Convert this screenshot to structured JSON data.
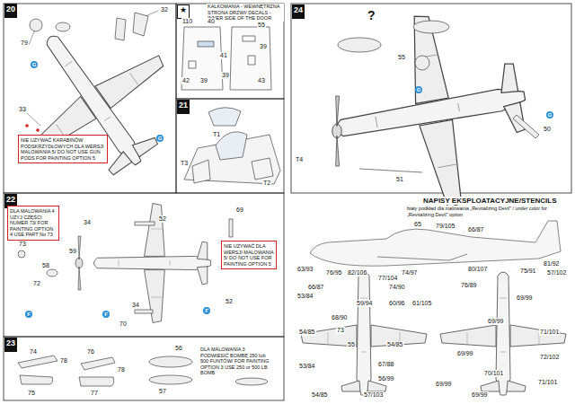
{
  "diagram": {
    "nodes": [
      {
        "text": [
          "20"
        ]
      },
      {
        "text": [
          "NIE UŻYWAĆ KARABINÓW PODSKRZYDŁOWYCH DLA WERSJI MALOWANIA 5/ DO NOT USE GUN PODS FOR PAINTING OPTION 5"
        ]
      },
      {
        "text": [
          "★"
        ]
      },
      {
        "text": [
          "21"
        ]
      },
      {
        "text": [
          "22"
        ]
      },
      {
        "text": [
          "DLA MALOWANIA 4 UŻYJ CZĘŚCI NUMER 73/ FOR PAINTING OPTION 4 USE PART No 73"
        ]
      },
      {
        "text": [
          "NIE UŻYWAĆ DLA WERSJI MALOWANIA 5/ DO NOT USE FOR PAINTING OPTION 5"
        ]
      },
      {
        "text": [
          "23"
        ]
      },
      {
        "text": [
          "24"
        ]
      }
    ],
    "labels": [
      "32",
      "79",
      "G",
      "33",
      "G",
      "KALKOMANIA - WEWNĘTRZNA STRONA DRZWI/ DECALS - INNER SIDE OF THE DOOR",
      "110",
      "40",
      "55",
      "39",
      "41",
      "42",
      "39",
      "43",
      "39",
      "T1",
      "T3",
      "T2",
      "73",
      "58",
      "72",
      "59",
      "34",
      "52",
      "69",
      "52",
      "34",
      "70",
      "F",
      "F",
      "F",
      "74",
      "78",
      "75",
      "76",
      "78",
      "77",
      "56",
      "57",
      "DLA MALOWANIA 3 PODWIESIĆ BOMBĘ 250 lub 500 FUNTÓW/ FOR PAINTING OPTION 3 USE 250 or 500 LB BOMB",
      "?",
      "55",
      "G",
      "G",
      "50",
      "T4",
      "51",
      "NAPISY EKSPLOATACYJNE/STENCILS",
      "biały podkład dla malowania „Revitalizing Devil” / under color for „Revitalizing Devil” option",
      "65",
      "79/105",
      "66/87",
      "63/93",
      "76/95",
      "82/106",
      "77/104",
      "74/97",
      "80/107",
      "75/91",
      "81/92",
      "57/102",
      "66/87",
      "74/90",
      "59/94",
      "60/96",
      "61/105",
      "76/89",
      "53/84",
      "68/90",
      "54/85",
      "73",
      "55",
      "53/84",
      "67/88",
      "56/99",
      "54/85",
      "57/103",
      "54/85",
      "69/99",
      "69/99",
      "71/101",
      "69/99",
      "70/101",
      "72/102",
      "71/101",
      "69/99",
      "69/99"
    ]
  }
}
